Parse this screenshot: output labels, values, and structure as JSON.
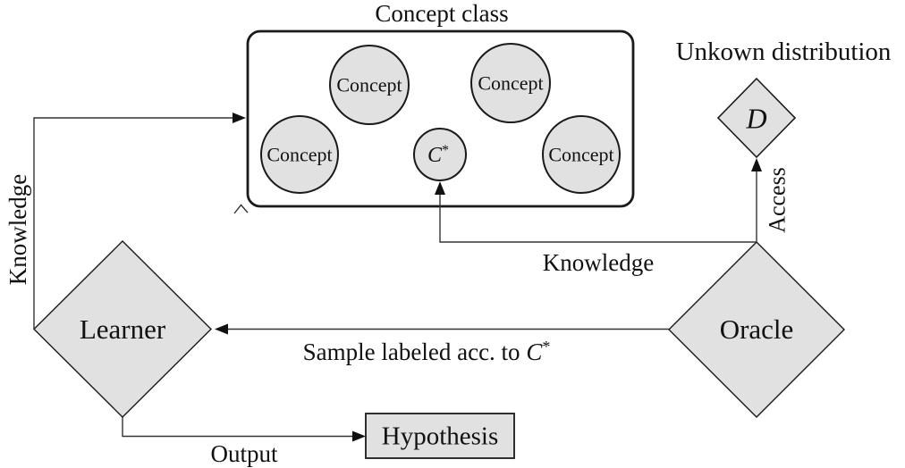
{
  "colors": {
    "node_fill": "#e1e1e1",
    "shape_stroke": "#1a1a1a",
    "line_stroke": "#333333",
    "text": "#111111",
    "background": "#ffffff"
  },
  "concept_class": {
    "title": "Concept class",
    "concept_labels": [
      "Concept",
      "Concept",
      "Concept",
      "Concept"
    ],
    "target": {
      "base": "C",
      "sup": "*"
    }
  },
  "distribution": {
    "caption": "Unkown distribution",
    "node_label": "D"
  },
  "nodes": {
    "learner": "Learner",
    "oracle": "Oracle",
    "hypothesis": "Hypothesis"
  },
  "edges": {
    "knowledge_left": "Knowledge",
    "knowledge_middle": "Knowledge",
    "access": "Access",
    "sample": {
      "prefix": "Sample labeled acc. to ",
      "base": "C",
      "sup": "*"
    },
    "output": "Output"
  }
}
